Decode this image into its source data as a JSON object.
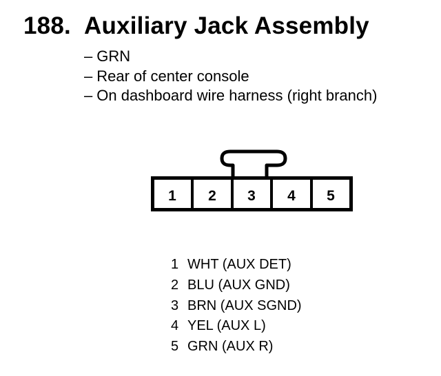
{
  "header": {
    "number": "188.",
    "name": "Auxiliary Jack Assembly"
  },
  "details": [
    {
      "dash": "–",
      "text": "GRN"
    },
    {
      "dash": "–",
      "text": "Rear of center console"
    },
    {
      "dash": "–",
      "text": "On dashboard wire harness (right branch)"
    }
  ],
  "connector": {
    "terminal_labels": [
      "1",
      "2",
      "3",
      "4",
      "5"
    ]
  },
  "pins": [
    {
      "num": "1",
      "desc": "WHT (AUX DET)"
    },
    {
      "num": "2",
      "desc": "BLU (AUX GND)"
    },
    {
      "num": "3",
      "desc": "BRN (AUX SGND)"
    },
    {
      "num": "4",
      "desc": "YEL (AUX L)"
    },
    {
      "num": "5",
      "desc": "GRN (AUX R)"
    }
  ]
}
